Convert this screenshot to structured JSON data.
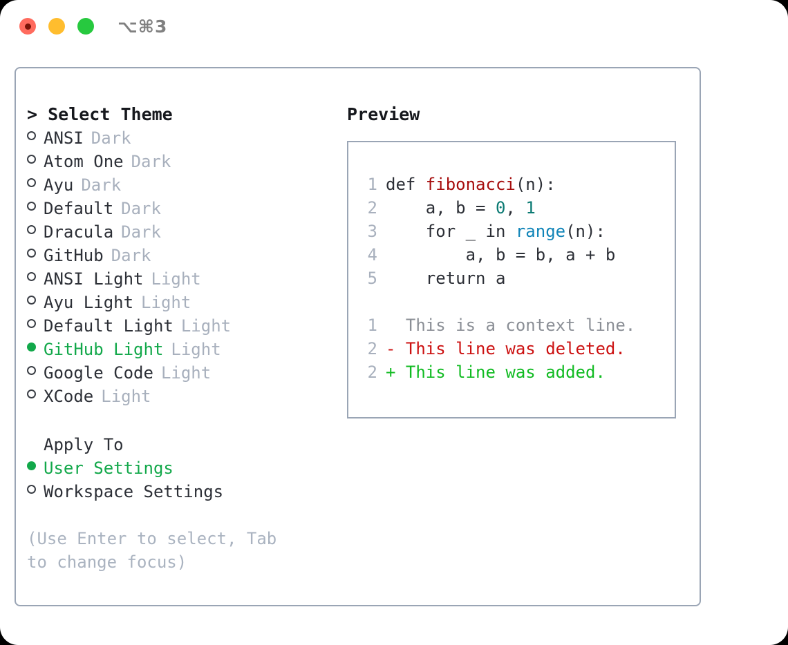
{
  "window": {
    "shortcut": "⌥⌘3",
    "traffic_lights": [
      "close-red",
      "minimize-yellow",
      "maximize-green"
    ],
    "colors": {
      "red": "#ff6b5e",
      "yellow": "#ffbd2e",
      "green": "#27c93f",
      "border": "#9aa5b5",
      "accent_green": "#12a84a",
      "muted": "#a8b0bd"
    }
  },
  "theme_list": {
    "header": "> Select Theme",
    "items": [
      {
        "name": "ANSI",
        "tag": "Dark",
        "selected": false
      },
      {
        "name": "Atom One",
        "tag": "Dark",
        "selected": false
      },
      {
        "name": "Ayu",
        "tag": "Dark",
        "selected": false
      },
      {
        "name": "Default",
        "tag": "Dark",
        "selected": false
      },
      {
        "name": "Dracula",
        "tag": "Dark",
        "selected": false
      },
      {
        "name": "GitHub",
        "tag": "Dark",
        "selected": false
      },
      {
        "name": "ANSI Light",
        "tag": "Light",
        "selected": false
      },
      {
        "name": "Ayu Light",
        "tag": "Light",
        "selected": false
      },
      {
        "name": "Default Light",
        "tag": "Light",
        "selected": false
      },
      {
        "name": "GitHub Light",
        "tag": "Light",
        "selected": true
      },
      {
        "name": "Google Code",
        "tag": "Light",
        "selected": false
      },
      {
        "name": "XCode",
        "tag": "Light",
        "selected": false
      }
    ]
  },
  "apply_to": {
    "header": "Apply To",
    "items": [
      {
        "name": "User Settings",
        "selected": true
      },
      {
        "name": "Workspace Settings",
        "selected": false
      }
    ]
  },
  "hint": "(Use Enter to select, Tab to change focus)",
  "preview": {
    "title": "Preview",
    "code_lines": [
      {
        "num": "1",
        "parts": [
          {
            "text": "def ",
            "style": "plain"
          },
          {
            "text": "fibonacci",
            "style": "fn"
          },
          {
            "text": "(n):",
            "style": "plain"
          }
        ]
      },
      {
        "num": "2",
        "parts": [
          {
            "text": "    a, b = ",
            "style": "plain"
          },
          {
            "text": "0",
            "style": "num"
          },
          {
            "text": ", ",
            "style": "plain"
          },
          {
            "text": "1",
            "style": "num"
          }
        ]
      },
      {
        "num": "3",
        "parts": [
          {
            "text": "    for _ in ",
            "style": "plain"
          },
          {
            "text": "range",
            "style": "blue"
          },
          {
            "text": "(n):",
            "style": "plain"
          }
        ]
      },
      {
        "num": "4",
        "parts": [
          {
            "text": "        a, b = b, a + b",
            "style": "plain"
          }
        ]
      },
      {
        "num": "5",
        "parts": [
          {
            "text": "    return a",
            "style": "plain"
          }
        ]
      }
    ],
    "diff_lines": [
      {
        "num": "1",
        "marker": "  ",
        "text": "This is a context line.",
        "style": "ctx"
      },
      {
        "num": "2",
        "marker": "- ",
        "text": "This line was deleted.",
        "style": "del"
      },
      {
        "num": "2",
        "marker": "+ ",
        "text": "This line was added.",
        "style": "add"
      }
    ]
  }
}
